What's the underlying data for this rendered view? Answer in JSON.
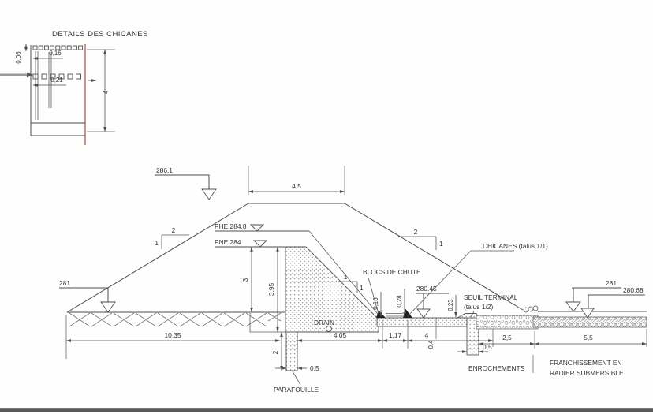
{
  "inset": {
    "title": "DETAILS DES CHICANES",
    "dim_top": "0,16",
    "dim_left": "0,06",
    "dim_mid": "0,21",
    "dim_height": "4"
  },
  "levels": {
    "crest": "286.1",
    "phe": "PHE 284.8",
    "pne": "PNE 284",
    "ground_left": "281",
    "floor": "280.45",
    "water_right": "281",
    "radier": "280,68"
  },
  "labels": {
    "blocs": "BLOCS DE CHUTE",
    "chicanes": "CHICANES (talus 1/1)",
    "seuil_line1": "SEUIL TERMINAL",
    "seuil_line2": "(talus 1/2)",
    "drain": "DRAIN",
    "parafouille": "PARAFOUILLE",
    "enrochements": "ENROCHEMENTS",
    "franchissement_line1": "FRANCHISSEMENT EN",
    "franchissement_line2": "RADIER SUBMERSIBLE"
  },
  "dims": {
    "crest_width": "4,5",
    "base_left": "10,35",
    "drain_base": "4,05",
    "blocs_spacing": "1,17",
    "channel_length": "4",
    "slab_thickness": "0,4",
    "seuil_width": "0,5",
    "enrochements_length": "2,5",
    "radier_length": "5,5",
    "pne_to_ground": "3",
    "pne_to_trench": "3,95",
    "parafouille_depth": "2",
    "parafouille_width": "0,5",
    "bloc_height1": "0,16",
    "bloc_height2": "0,28",
    "seuil_height": "0,23"
  },
  "slopes": {
    "left_h": "2",
    "left_v": "1",
    "right_h": "2",
    "right_v": "1",
    "drain_h": "1",
    "drain_v": "1"
  },
  "colors": {
    "line": "#4d4d4d",
    "red_axis": "#c0605c",
    "window_bar": "#595959"
  }
}
